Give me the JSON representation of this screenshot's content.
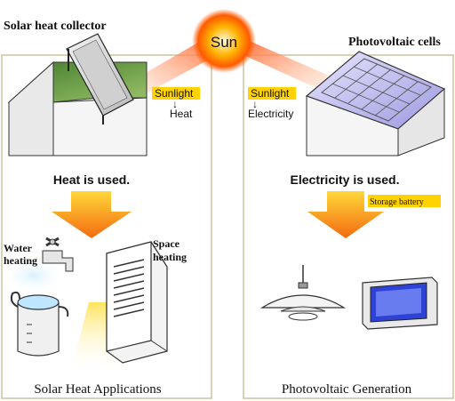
{
  "sun": {
    "label": "Sun"
  },
  "left": {
    "collector_label": "Solar heat collector",
    "conversion": {
      "top": "Sunlight",
      "arrow": "↓",
      "bottom": "Heat"
    },
    "used_label": "Heat is used.",
    "water_label_1": "Water",
    "water_label_2": "heating",
    "space_label_1": "Space",
    "space_label_2": "heating",
    "footer": "Solar Heat Applications"
  },
  "right": {
    "cells_label": "Photovoltaic cells",
    "conversion": {
      "top": "Sunlight",
      "arrow": "↓",
      "bottom": "Electricity"
    },
    "used_label": "Electricity is used.",
    "battery_label": "Storage battery",
    "footer": "Photovoltaic Generation"
  },
  "colors": {
    "panel_border": "#c9c39a",
    "arrow_orange": "#f47b16",
    "arrow_yellow": "#ffd83a",
    "highlight": "#ffd200",
    "sun_core": "#ff7a00",
    "roof_green": "#6a9a3a",
    "pv_blue": "#b9b6e8"
  }
}
